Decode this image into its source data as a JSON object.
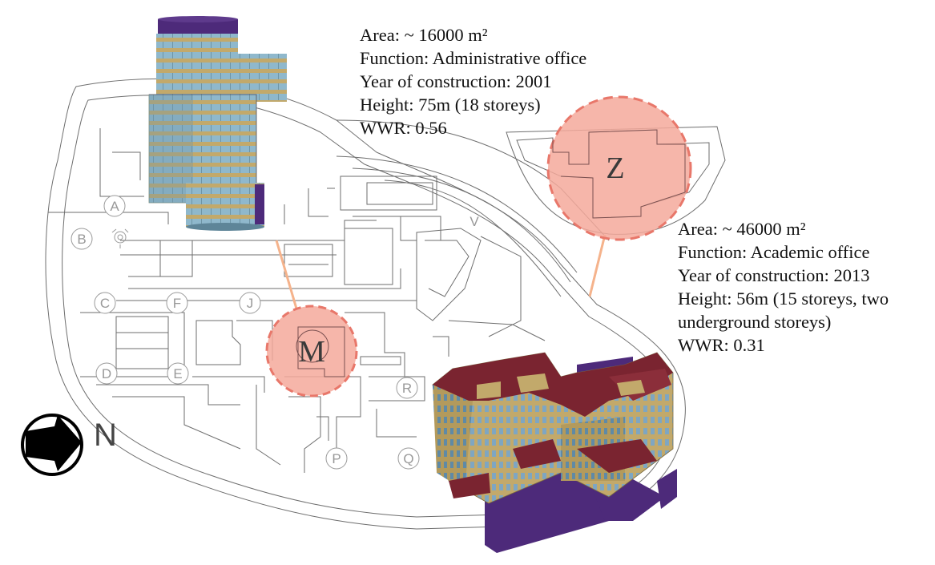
{
  "building_m": {
    "label": "M",
    "info": [
      "Area: ~ 16000 m²",
      "Function: Administrative office",
      "Year of construction: 2001",
      "Height: 75m (18 storeys)",
      "WWR: 0.56"
    ]
  },
  "building_z": {
    "label": "Z",
    "info": [
      "Area: ~ 46000 m²",
      "Function: Academic office",
      "Year of construction: 2013",
      "Height: 56m (15 storeys, two",
      "underground storeys)",
      "WWR: 0.31"
    ]
  },
  "grid_labels": [
    "A",
    "B",
    "C",
    "D",
    "E",
    "F",
    "J",
    "P",
    "Q",
    "R",
    "V"
  ],
  "north_label": "N",
  "colors": {
    "highlight_fill": "#f4a99b",
    "highlight_stroke": "#e8776a",
    "leader": "#f5b38c",
    "glass": "#8fb8cc",
    "spandrel": "#c2a96b",
    "roof": "#7a2430",
    "podium": "#4d2a7a"
  }
}
